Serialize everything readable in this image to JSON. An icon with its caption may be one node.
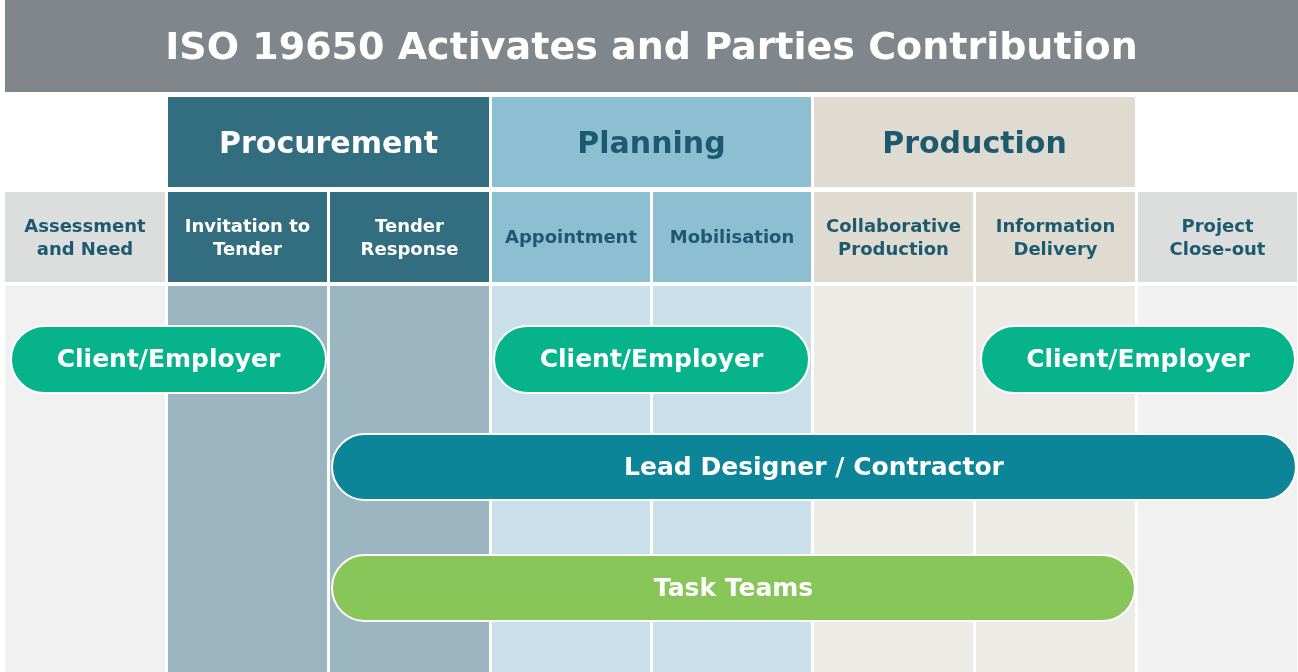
{
  "diagram": {
    "title": "ISO 19650 Activates and Parties Contribution",
    "nodes": [
      {
        "text": [
          "Procurement"
        ]
      },
      {
        "text": [
          "Planning"
        ]
      },
      {
        "text": [
          "Production"
        ]
      },
      {
        "text": [
          "Assessment and Need"
        ]
      },
      {
        "text": [
          "Invitation to Tender"
        ]
      },
      {
        "text": [
          "Tender Response"
        ]
      },
      {
        "text": [
          "Appointment"
        ]
      },
      {
        "text": [
          "Mobilisation"
        ]
      },
      {
        "text": [
          "Collaborative Production"
        ]
      },
      {
        "text": [
          "Information Delivery"
        ]
      },
      {
        "text": [
          "Project Close-out"
        ]
      },
      {
        "text": [
          "Client/Employer"
        ]
      },
      {
        "text": [
          "Client/Employer"
        ]
      },
      {
        "text": [
          "Client/Employer"
        ]
      },
      {
        "text": [
          "Lead Designer / Contractor"
        ]
      },
      {
        "text": [
          "Task Teams"
        ]
      }
    ],
    "edges": []
  }
}
